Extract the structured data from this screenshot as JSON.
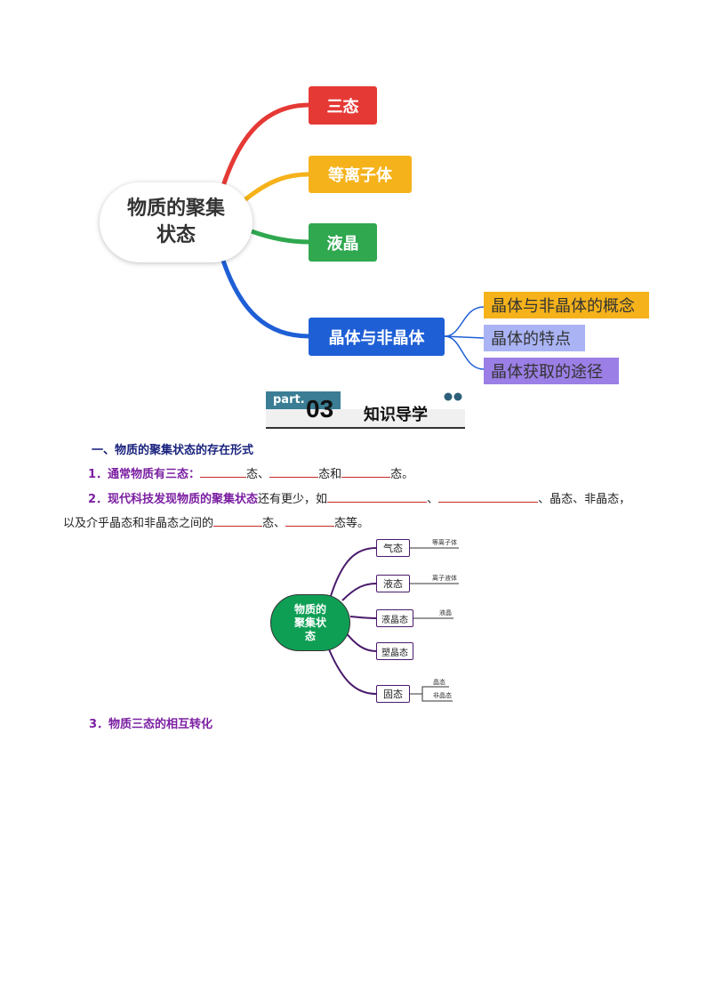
{
  "mindmap1": {
    "center": "物质的聚集状态",
    "branches": [
      {
        "label": "三态",
        "color": "#e53935"
      },
      {
        "label": "等离子体",
        "color": "#f5b21a"
      },
      {
        "label": "液晶",
        "color": "#2fa84f"
      },
      {
        "label": "晶体与非晶体",
        "color": "#1e5fd6"
      }
    ],
    "leaves": [
      {
        "label": "晶体与非晶体的概念",
        "color": "#f5b21a"
      },
      {
        "label": "晶体的特点",
        "color": "#aab4f5"
      },
      {
        "label": "晶体获取的途径",
        "color": "#9b7fe6"
      }
    ]
  },
  "header": {
    "part": "part.",
    "number": "03",
    "title": "知识导学"
  },
  "section1": {
    "heading": "一、物质的聚集状态的存在形式",
    "item1": {
      "label": "1．通常物质有三态：",
      "s1": "态、",
      "s2": "态和",
      "s3": "态。"
    },
    "item2": {
      "label": "2．现代科技发现物质的聚集状态",
      "rest": "还有更少，如",
      "sep": "、",
      "tail": "、晶态、非晶态，",
      "line2a": "以及介乎晶态和非晶态之间的",
      "line2b": "态、",
      "line2c": "态等。"
    },
    "item3": "3．物质三态的相互转化"
  },
  "mindmap2": {
    "center": [
      "物质的",
      "聚集状",
      "态"
    ],
    "nodes": [
      "气态",
      "液态",
      "液晶态",
      "塑晶态",
      "固态"
    ],
    "notes": {
      "gas": "等离子体",
      "liquid": "离子液体",
      "lc": "液晶",
      "solid1": "晶态",
      "solid2": "非晶态"
    }
  }
}
